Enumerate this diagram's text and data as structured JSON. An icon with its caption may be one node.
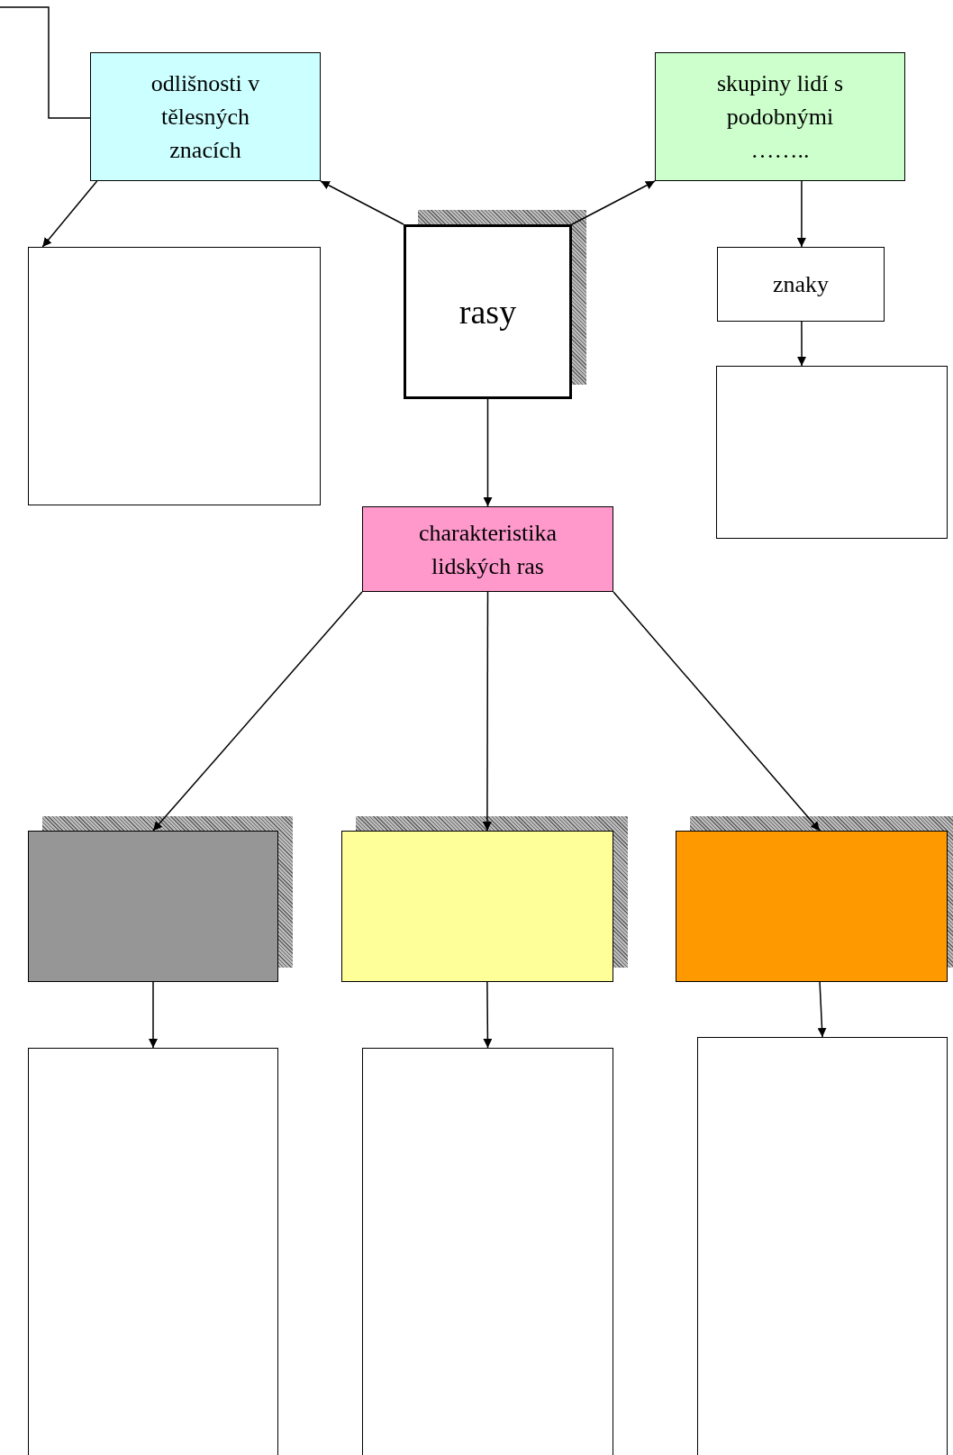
{
  "diagram": {
    "nodes": [
      {
        "text": [
          "odlišnosti v tělesných znacích"
        ]
      },
      {
        "text": [
          "skupiny lidí s podobnými …….."
        ]
      },
      {
        "text": [
          "rasy"
        ]
      },
      {
        "text": [],
        "shape": "box"
      },
      {
        "text": [
          "znaky"
        ]
      },
      {
        "text": [],
        "shape": "box"
      },
      {
        "text": [
          "charakteristika lidských ras"
        ]
      },
      {
        "text": [],
        "shape": "box"
      },
      {
        "text": [],
        "shape": "box"
      },
      {
        "text": [],
        "shape": "box"
      },
      {
        "text": [],
        "shape": "box"
      },
      {
        "text": [],
        "shape": "box"
      },
      {
        "text": [],
        "shape": "box"
      }
    ],
    "edges": [
      {
        "from": null,
        "to": 0,
        "arrow": "none"
      },
      {
        "from": 0,
        "to": 3,
        "arrow": "to"
      },
      {
        "from": 2,
        "to": 0,
        "arrow": "to"
      },
      {
        "from": 2,
        "to": 1,
        "arrow": "to"
      },
      {
        "from": 1,
        "to": 4,
        "arrow": "to"
      },
      {
        "from": 4,
        "to": 5,
        "arrow": "to"
      },
      {
        "from": 2,
        "to": 6,
        "arrow": "to"
      },
      {
        "from": 6,
        "to": 7,
        "arrow": "to"
      },
      {
        "from": 6,
        "to": 8,
        "arrow": "to"
      },
      {
        "from": 6,
        "to": 9,
        "arrow": "to"
      },
      {
        "from": 7,
        "to": 10,
        "arrow": "to"
      },
      {
        "from": 8,
        "to": 11,
        "arrow": "to"
      },
      {
        "from": 9,
        "to": 12,
        "arrow": "to"
      }
    ]
  }
}
